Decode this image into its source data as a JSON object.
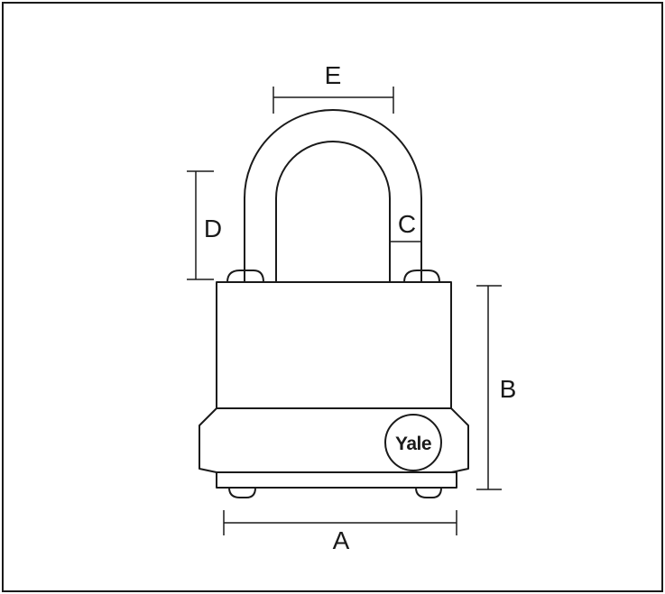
{
  "dimensions": {
    "a": "A",
    "b": "B",
    "c": "C",
    "d": "D",
    "e": "E"
  },
  "logo": {
    "text": "Yale"
  },
  "colors": {
    "stroke": "#1a1a1a",
    "background": "#ffffff"
  }
}
